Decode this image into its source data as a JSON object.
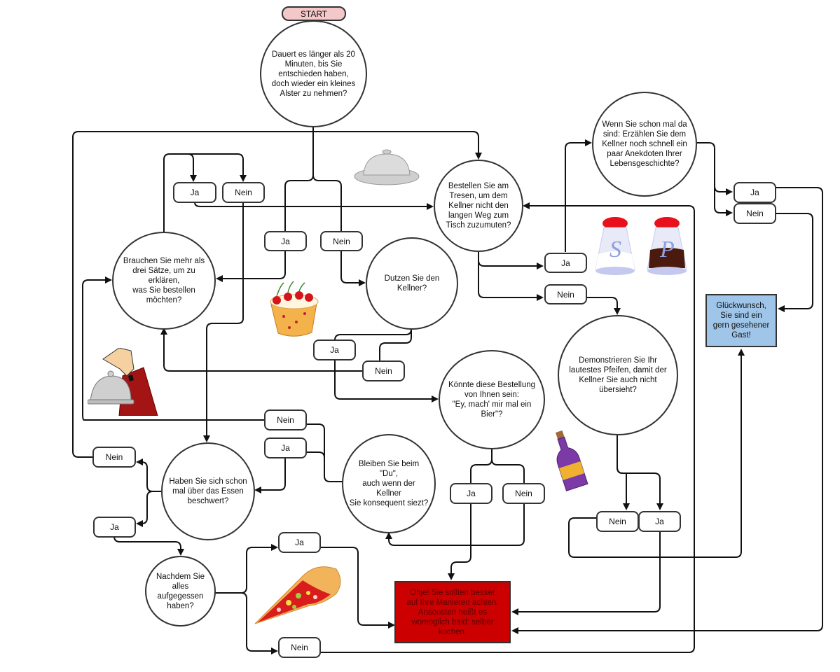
{
  "diagram": {
    "colors": {
      "start_fill": "#f4c8c8",
      "success_fill": "#9fc5e8",
      "failure_fill": "#cc0000",
      "line": "#111111"
    },
    "start": {
      "label": "START"
    },
    "questions": {
      "q1": "Dauert es länger als 20\nMinuten, bis Sie\nentschieden haben,\ndoch wieder ein kleines\nAlster zu nehmen?",
      "q_counter": "Bestellen Sie am\nTresen, um dem\nKellner nicht den\nlangen Weg zum\nTisch zuzumuten?",
      "q_anecdotes": "Wenn Sie schon mal da\nsind: Erzählen Sie dem\nKellner noch schnell ein\npaar Anekdoten Ihrer\nLebensgeschichte?",
      "q_sentences": "Brauchen Sie mehr als\ndrei Sätze, um zu\nerklären,\nwas Sie bestellen\nmöchten?",
      "q_du": "Dutzen Sie den\nKellner?",
      "q_beer": "Könnte diese Bestellung\nvon Ihnen sein:\n\"Ey, mach' mir mal ein\nBier\"?",
      "q_whistle": "Demonstrieren Sie Ihr\nlautestes Pfeifen, damit der\nKellner Sie auch nicht\nübersieht?",
      "q_complain": "Haben Sie sich schon\nmal über das Essen\nbeschwert?",
      "q_stay_du": "Bleiben Sie beim \"Du\",\nauch wenn der Kellner\nSie konsequent siezt?",
      "q_eaten": "Nachdem Sie\nalles\naufgegessen\nhaben?"
    },
    "answers": {
      "yes": "Ja",
      "no": "Nein"
    },
    "outcomes": {
      "success": "Glückwunsch,\nSie sind ein\ngern gesehener\nGast!",
      "failure": "Ohje! Sie sollten besser\nauf Ihre Manieren achten.\nAnsonsten heißt es\nwomöglich bald: selber\nkochen."
    },
    "illustrations": [
      "cloche-icon",
      "cake-icon",
      "waiter-icon",
      "salt-shaker-icon",
      "pepper-shaker-icon",
      "wine-bottle-icon",
      "pizza-slice-icon"
    ]
  }
}
